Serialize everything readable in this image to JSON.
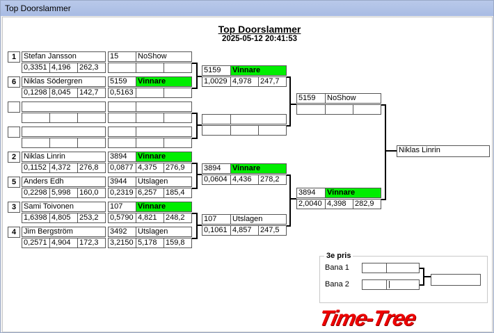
{
  "window": {
    "title": "Top Doorslammer"
  },
  "header": {
    "title": "Top Doorslammer",
    "datetime": "2025-05-12 20:41:53"
  },
  "round1": [
    {
      "seed": "1",
      "name": "Stefan Jansson",
      "t1": "0,3351",
      "t2": "4,196",
      "t3": "262,3",
      "opp_num": "15",
      "opp_result": "NoShow",
      "opp_t1": "",
      "opp_t2": "",
      "opp_t3": ""
    },
    {
      "seed": "6",
      "name": "Niklas Södergren",
      "t1": "0,1298",
      "t2": "8,045",
      "t3": "142,7",
      "opp_num": "5159",
      "opp_result": "Vinnare",
      "opp_t1": "0,5163",
      "opp_t2": "",
      "opp_t3": ""
    },
    {
      "seed": "",
      "name": "",
      "t1": "",
      "t2": "",
      "t3": "",
      "opp_num": "",
      "opp_result": "",
      "opp_t1": "",
      "opp_t2": "",
      "opp_t3": ""
    },
    {
      "seed": "",
      "name": "",
      "t1": "",
      "t2": "",
      "t3": "",
      "opp_num": "",
      "opp_result": "",
      "opp_t1": "",
      "opp_t2": "",
      "opp_t3": ""
    },
    {
      "seed": "2",
      "name": "Niklas Linrin",
      "t1": "0,1152",
      "t2": "4,372",
      "t3": "276,8",
      "opp_num": "3894",
      "opp_result": "Vinnare",
      "opp_t1": "0,0877",
      "opp_t2": "4,375",
      "opp_t3": "276,9"
    },
    {
      "seed": "5",
      "name": "Anders Edh",
      "t1": "0,2298",
      "t2": "5,998",
      "t3": "160,0",
      "opp_num": "3944",
      "opp_result": "Utslagen",
      "opp_t1": "0,2319",
      "opp_t2": "6,257",
      "opp_t3": "185,4"
    },
    {
      "seed": "3",
      "name": "Sami Toivonen",
      "t1": "1,6398",
      "t2": "4,805",
      "t3": "253,2",
      "opp_num": "107",
      "opp_result": "Vinnare",
      "opp_t1": "0,5790",
      "opp_t2": "4,821",
      "opp_t3": "248,2"
    },
    {
      "seed": "4",
      "name": "Jim Bergström",
      "t1": "0,2571",
      "t2": "4,904",
      "t3": "172,3",
      "opp_num": "3492",
      "opp_result": "Utslagen",
      "opp_t1": "3,2150",
      "opp_t2": "5,178",
      "opp_t3": "159,8"
    }
  ],
  "round2": [
    {
      "num": "5159",
      "result": "Vinnare",
      "t1": "1,0029",
      "t2": "4,978",
      "t3": "247,7"
    },
    {
      "num": "",
      "result": "",
      "t1": "",
      "t2": "",
      "t3": ""
    },
    {
      "num": "3894",
      "result": "Vinnare",
      "t1": "0,0604",
      "t2": "4,436",
      "t3": "278,2"
    },
    {
      "num": "107",
      "result": "Utslagen",
      "t1": "0,1061",
      "t2": "4,857",
      "t3": "247,5"
    }
  ],
  "semis": [
    {
      "num": "5159",
      "result": "NoShow",
      "t1": "",
      "t2": "",
      "t3": ""
    },
    {
      "num": "3894",
      "result": "Vinnare",
      "t1": "2,0040",
      "t2": "4,398",
      "t3": "282,9"
    }
  ],
  "final": {
    "winner": "Niklas Linrin"
  },
  "third_place": {
    "title": "3e pris",
    "lane1": "Bana 1",
    "lane2": "Bana 2"
  },
  "logo": {
    "text": "Time-Tree"
  },
  "colors": {
    "winner_bg": "#00ee00",
    "logo": "#ee0000",
    "titlebar": "#a8bbe3"
  }
}
